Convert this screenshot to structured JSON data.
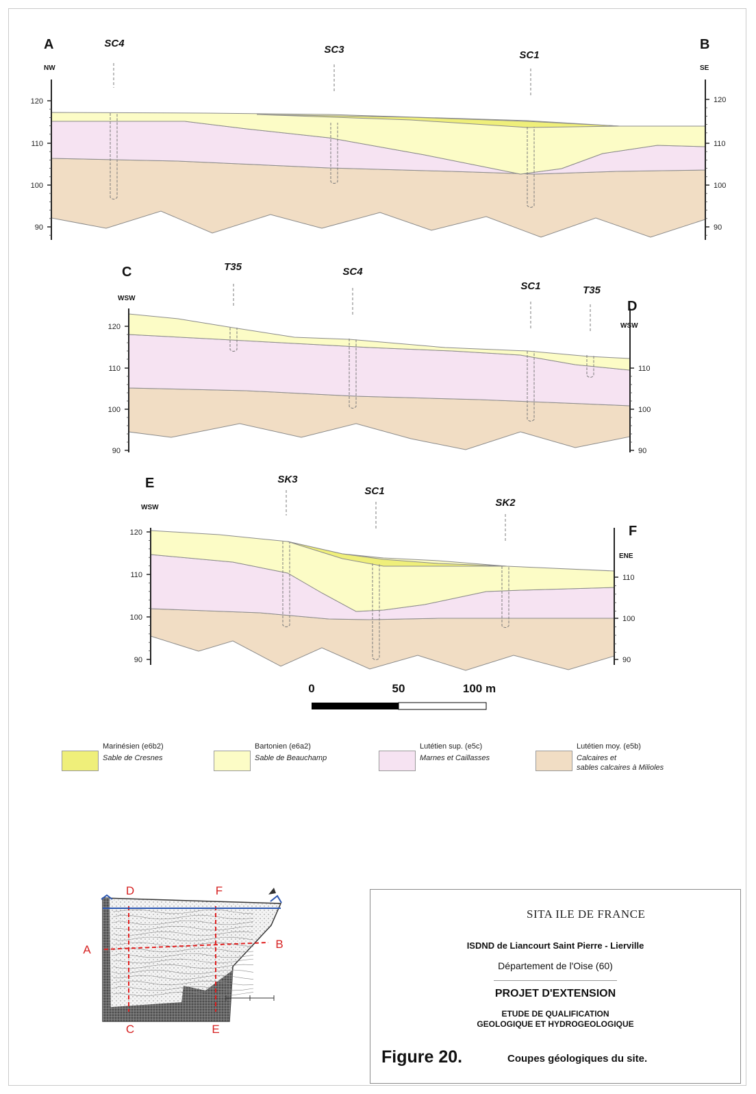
{
  "colors": {
    "marinesien": "#efef7a",
    "bartonien": "#fcfcc6",
    "lutetien_sup": "#f6e3f2",
    "lutetien_moy": "#f1ddc4",
    "boundary": "#8a8a8a",
    "well": "#7a7a7a",
    "map_line": "#e02020",
    "logo_green": "#9ec63b",
    "logo_orange": "#e88a3a"
  },
  "sections": [
    {
      "id": "AB",
      "left_label": "A",
      "left_dir": "NW",
      "right_label": "B",
      "right_dir": "SE",
      "ticks_left": [
        "120",
        "110",
        "100",
        "90"
      ],
      "ticks_right": [
        "120",
        "110",
        "100",
        "90"
      ],
      "wells": [
        "SC4",
        "SC3",
        "SC1"
      ]
    },
    {
      "id": "CD",
      "left_label": "C",
      "left_dir": "WSW",
      "right_label": "D",
      "right_dir": "WSW",
      "ticks_left": [
        "120",
        "110",
        "100",
        "90"
      ],
      "ticks_right": [
        "110",
        "100",
        "90"
      ],
      "wells": [
        "T35",
        "SC4",
        "SC1",
        "T35"
      ]
    },
    {
      "id": "EF",
      "left_label": "E",
      "left_dir": "WSW",
      "right_label": "F",
      "right_dir": "ENE",
      "ticks_left": [
        "120",
        "110",
        "100",
        "90"
      ],
      "ticks_right": [
        "110",
        "100",
        "90"
      ],
      "wells": [
        "SK3",
        "SC1",
        "SK2"
      ]
    }
  ],
  "scale_bar": {
    "labels": [
      "0",
      "50",
      "100 m"
    ]
  },
  "legend": [
    {
      "name": "Marinésien (e6b2)",
      "desc_lines": [
        "Sable de Cresnes"
      ],
      "color": "#efef7a"
    },
    {
      "name": "Bartonien (e6a2)",
      "desc_lines": [
        "Sable de Beauchamp"
      ],
      "color": "#fcfcc6"
    },
    {
      "name": "Lutétien sup. (e5c)",
      "desc_lines": [
        "Marnes et Caillasses"
      ],
      "color": "#f6e3f2"
    },
    {
      "name": "Lutétien moy. (e5b)",
      "desc_lines": [
        "Calcaires et",
        "sables calcaires à Milioles"
      ],
      "color": "#f1ddc4"
    }
  ],
  "title_block": {
    "company": "SITA ILE DE FRANCE",
    "site": "ISDND de Liancourt Saint Pierre - Lierville",
    "department": "Département de l'Oise (60)",
    "project": "PROJET D'EXTENSION",
    "study_line1": "ETUDE DE QUALIFICATION",
    "study_line2": "GEOLOGIQUE ET HYDROGEOLOGIQUE",
    "figure": "Figure 20.",
    "figure_caption": "Coupes géologiques du site."
  },
  "map_labels": {
    "top": [
      "D",
      "F"
    ],
    "bottom": [
      "C",
      "E"
    ],
    "left": "A",
    "right": "B"
  }
}
